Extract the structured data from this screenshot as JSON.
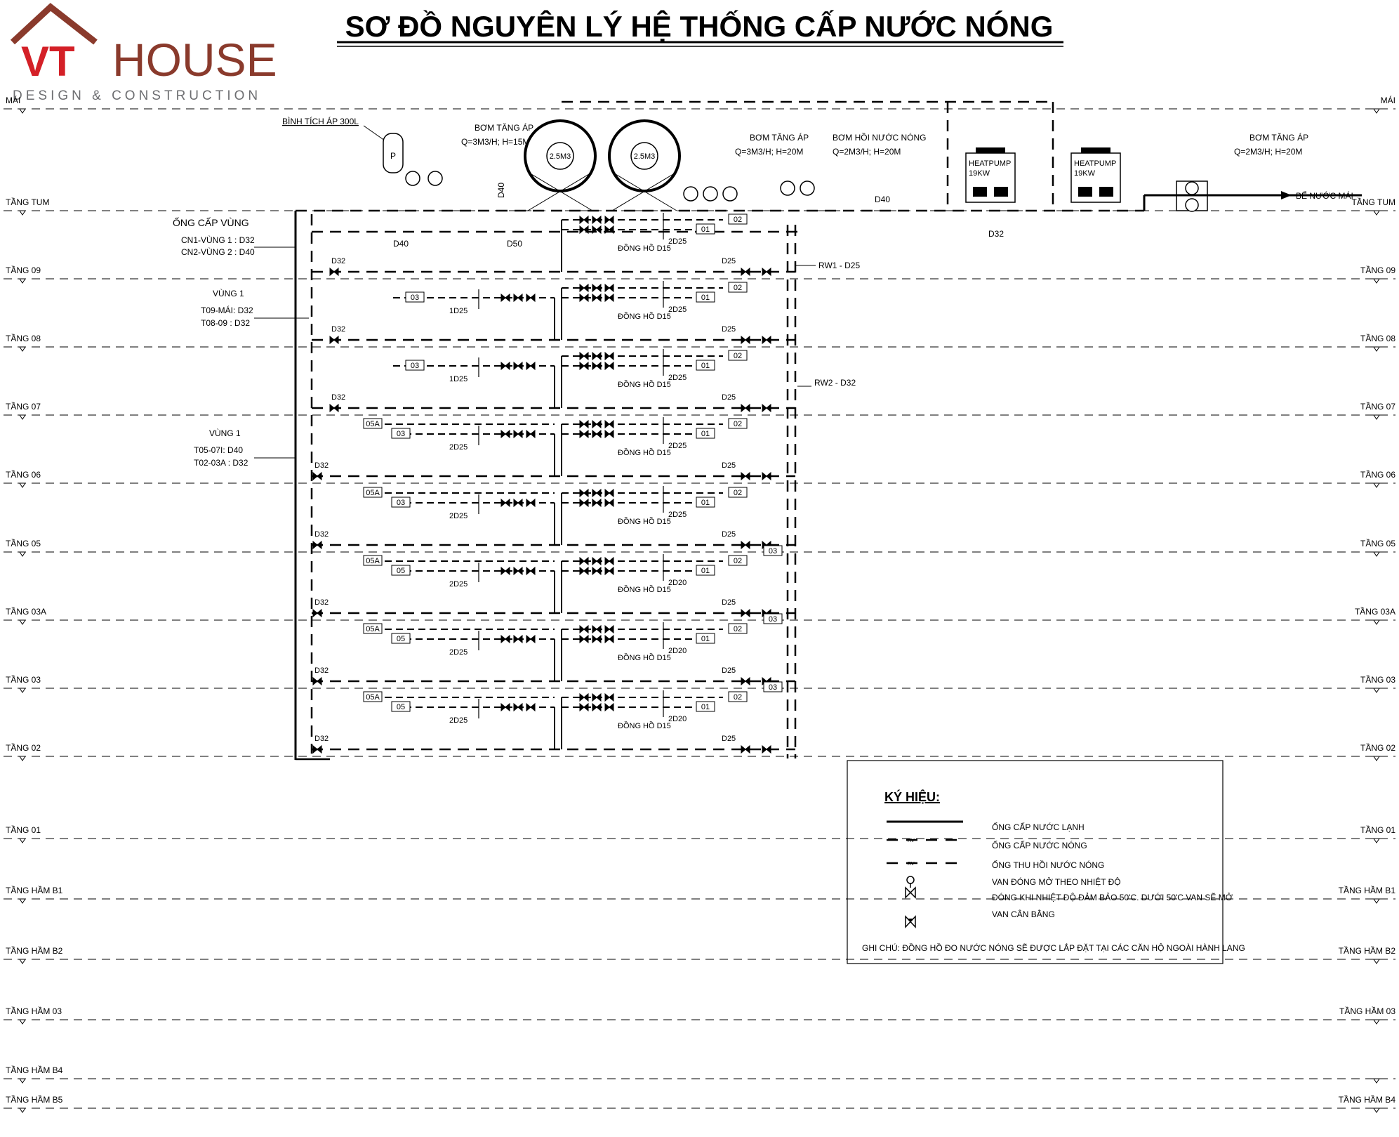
{
  "title": "SƠ ĐỒ NGUYÊN LÝ HỆ THỐNG CẤP NƯỚC NÓNG",
  "logo": {
    "mark": "VT",
    "name": "HOUSE",
    "tagline": "DESIGN & CONSTRUCTION",
    "red": "#d42027",
    "grey": "#6d6e71",
    "brown": "#8a3a2c"
  },
  "floors": [
    {
      "label": "MÁI",
      "label_right": "MÁI"
    },
    {
      "label": "TẦNG TUM",
      "label_right": "TẦNG TUM"
    },
    {
      "label": "TẦNG 09",
      "label_right": "TẦNG 09"
    },
    {
      "label": "TẦNG 08",
      "label_right": "TẦNG 08"
    },
    {
      "label": "TẦNG 07",
      "label_right": "TẦNG 07"
    },
    {
      "label": "TẦNG 06",
      "label_right": "TẦNG 06"
    },
    {
      "label": "TẦNG 05",
      "label_right": "TẦNG 05"
    },
    {
      "label": "TẦNG 03A",
      "label_right": "TẦNG 03A"
    },
    {
      "label": "TẦNG 03",
      "label_right": "TẦNG 03"
    },
    {
      "label": "TẦNG 02",
      "label_right": "TẦNG 02"
    },
    {
      "label": "TẦNG 01",
      "label_right": "TẦNG 01"
    },
    {
      "label": "TẦNG HẦM B1",
      "label_right": "TẦNG HẦM B1"
    },
    {
      "label": "TẦNG HẦM B2",
      "label_right": "TẦNG HẦM B2"
    },
    {
      "label": "TẦNG HẦM 03",
      "label_right": "TẦNG HẦM 03"
    },
    {
      "label": "TẦNG HẦM B4",
      "label_right": ""
    },
    {
      "label": "TẦNG HẦM B5",
      "label_right": "TẦNG HẦM B4"
    }
  ],
  "equipment": {
    "pressure_tank": "BÌNH TÍCH ÁP 300L",
    "pressure_tank_symbol": "P",
    "booster_pump_1": "BƠM TĂNG ÁP",
    "booster_pump_1_spec": "Q=3M3/H; H=15M",
    "tank_1": "2.5M3",
    "tank_2": "2.5M3",
    "booster_pump_2": "BƠM TĂNG ÁP",
    "booster_pump_2_spec": "Q=3M3/H; H=20M",
    "return_pump": "BƠM HỒI NƯỚC NÓNG",
    "return_pump_spec": "Q=2M3/H; H=20M",
    "heatpump_1": "HEATPUMP",
    "heatpump_1_power": "19KW",
    "heatpump_2": "HEATPUMP",
    "heatpump_2_power": "19KW",
    "booster_pump_3": "BƠM TĂNG ÁP",
    "booster_pump_3_spec": "Q=2M3/H; H=20M",
    "roof_tank": "BỂ NƯỚC MÁI"
  },
  "pipe_labels": {
    "d40_top": "D40",
    "d40_under": "D40",
    "d50_under": "D50",
    "d40_vertical": "D40",
    "d40_right": "D40",
    "d32_right": "D32",
    "rw1": "RW1 - D25",
    "rw2": "RW2 - D32"
  },
  "zone_notes": {
    "supply_title": "ỐNG CẤP VÙNG",
    "supply_line1": "CN1-VÙNG 1 : D32",
    "supply_line2": "CN2-VÙNG 2 : D40",
    "zone1a_title": "VÙNG 1",
    "zone1a_line1": "T09-MÁI: D32",
    "zone1a_line2": "T08-09 : D32",
    "zone1b_title": "VÙNG 1",
    "zone1b_line1": "T05-07I: D40",
    "zone1b_line2": "T02-03A : D32"
  },
  "floor_branches": [
    {
      "floor": "TẦNG 09",
      "meter_label": "ĐỒNG HỒ D15",
      "right_size": "2D25",
      "left_size": "",
      "main": "D32",
      "return": "D25",
      "tags_right": [
        "02",
        "01"
      ],
      "tags_left": []
    },
    {
      "floor": "TẦNG 08",
      "meter_label": "ĐỒNG HỒ D15",
      "right_size": "2D25",
      "left_size": "1D25",
      "main": "D32",
      "return": "D25",
      "tags_right": [
        "02",
        "01"
      ],
      "tags_left": [
        "03"
      ]
    },
    {
      "floor": "TẦNG 07",
      "meter_label": "ĐỒNG HỒ D15",
      "right_size": "2D25",
      "left_size": "1D25",
      "main": "D32",
      "return": "D25",
      "tags_right": [
        "02",
        "01"
      ],
      "tags_left": [
        "03"
      ]
    },
    {
      "floor": "TẦNG 06",
      "meter_label": "ĐỒNG HỒ D15",
      "right_size": "2D25",
      "left_size": "2D25",
      "main": "D32",
      "return": "D25",
      "tags_right": [
        "02",
        "01"
      ],
      "tags_left": [
        "05A",
        "03"
      ]
    },
    {
      "floor": "TẦNG 05",
      "meter_label": "ĐỒNG HỒ D15",
      "right_size": "2D25",
      "left_size": "2D25",
      "main": "D32",
      "return": "D25",
      "tags_right": [
        "02",
        "01"
      ],
      "tags_left": [
        "05A",
        "03"
      ]
    },
    {
      "floor": "TẦNG 03A",
      "meter_label": "ĐỒNG HỒ D15",
      "right_size": "2D20",
      "left_size": "2D25",
      "main": "D32",
      "return": "D25",
      "tags_right": [
        "03",
        "02",
        "01"
      ],
      "tags_left": [
        "05A",
        "05"
      ]
    },
    {
      "floor": "TẦNG 03",
      "meter_label": "ĐỒNG HỒ D15",
      "right_size": "2D20",
      "left_size": "2D25",
      "main": "D32",
      "return": "D25",
      "tags_right": [
        "03",
        "02",
        "01"
      ],
      "tags_left": [
        "05A",
        "05"
      ]
    },
    {
      "floor": "TẦNG 02",
      "meter_label": "ĐỒNG HỒ D15",
      "right_size": "2D20",
      "left_size": "2D25",
      "main": "D32",
      "return": "D25",
      "tags_right": [
        "03",
        "02",
        "01"
      ],
      "tags_left": [
        "05A",
        "05"
      ]
    }
  ],
  "lowest_main": "D32",
  "pipe_codes": {
    "hot": "HV",
    "return": "RV"
  },
  "legend": {
    "title": "KÝ HIỆU:",
    "cold": "ỐNG CẤP NƯỚC LẠNH",
    "hot": "ỐNG CẤP NƯỚC NÓNG",
    "return": "ỐNG THU HỒI NƯỚC NÓNG",
    "thermo_valve": "VAN ĐÓNG MỞ THEO NHIỆT ĐỘ",
    "thermo_valve_note": "ĐÓNG KHI NHIỆT ĐỘ ĐẢM BẢO 50'C.  DƯỚI 50'C VAN SẼ MỞ",
    "balance_valve": "VAN CÂN BẰNG",
    "note": "GHI CHÚ: ĐỒNG HỒ ĐO NƯỚC NÓNG SẼ ĐƯỢC LẮP ĐẶT TẠI CÁC CĂN HỘ NGOÀI HÀNH LANG"
  }
}
